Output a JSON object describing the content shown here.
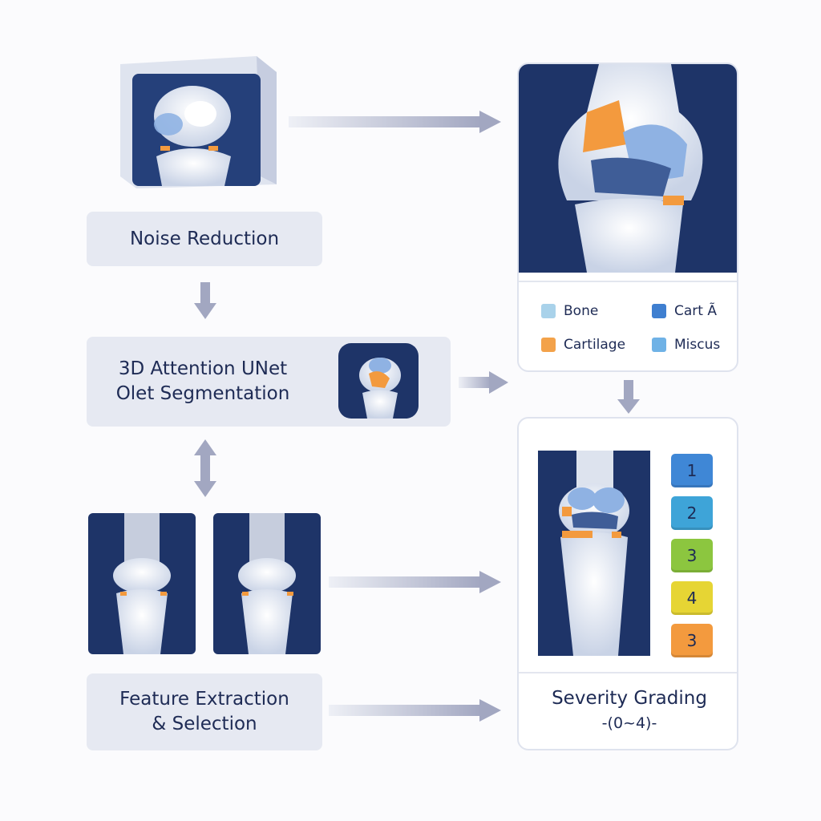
{
  "steps": {
    "noise_reduction": "Noise Reduction",
    "segmentation_line1": "3D Attention UNet",
    "segmentation_line2": "Olet Segmentation",
    "feature_line1": "Feature Extraction",
    "feature_line2": "& Selection",
    "severity_line1": "Severity Grading",
    "severity_line2": "-(0~4)-"
  },
  "legend": [
    {
      "label": "Bone",
      "color": "#a9d2ea"
    },
    {
      "label": "Cart Ã",
      "color": "#3f7fd0"
    },
    {
      "label": "Cartilage",
      "color": "#f3a24a"
    },
    {
      "label": "Miscus",
      "color": "#6fb2e6"
    }
  ],
  "grades": [
    {
      "label": "1",
      "color": "#3f87d6"
    },
    {
      "label": "2",
      "color": "#3ea4d8"
    },
    {
      "label": "3",
      "color": "#8cc63f"
    },
    {
      "label": "4",
      "color": "#e6d534"
    },
    {
      "label": "3",
      "color": "#f39a3e"
    }
  ],
  "colors": {
    "navy": "#1e3468",
    "bone": "#e9eef6",
    "orange": "#f39a3e",
    "arrow": "#a7abc4"
  }
}
